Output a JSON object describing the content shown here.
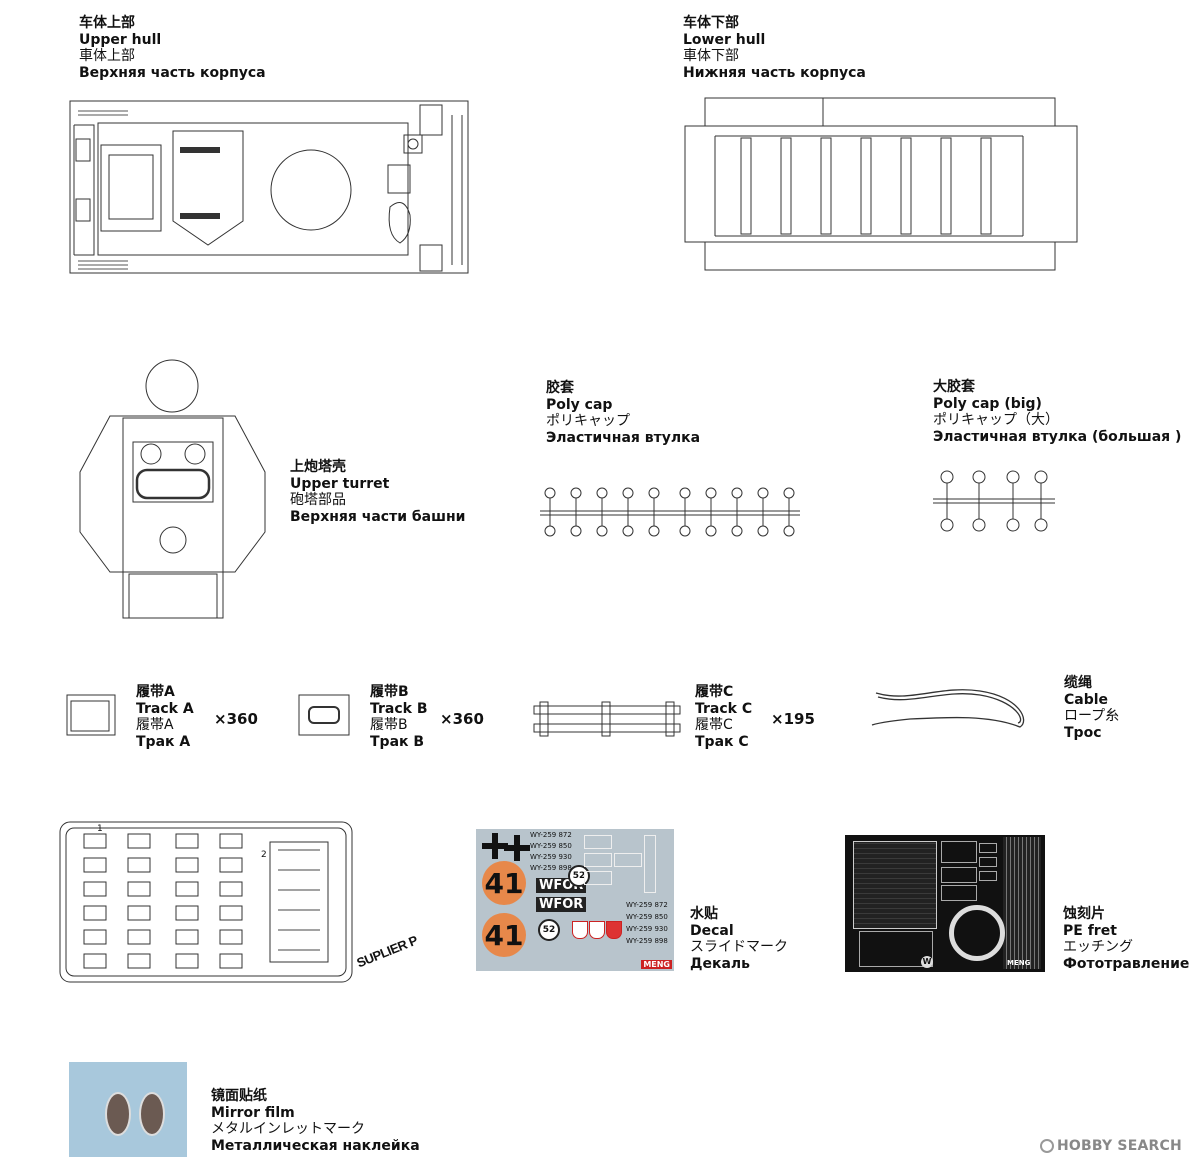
{
  "parts": {
    "upper_hull": {
      "zh": "车体上部",
      "en": "Upper hull",
      "jp": "車体上部",
      "ru": "Верхняя часть корпуса"
    },
    "lower_hull": {
      "zh": "车体下部",
      "en": "Lower hull",
      "jp": "車体下部",
      "ru": "Нижняя часть корпуса"
    },
    "upper_turret": {
      "zh": "上炮塔壳",
      "en": "Upper turret",
      "jp": "砲塔部品",
      "ru": "Верхняя части башни"
    },
    "poly_cap": {
      "zh": "胶套",
      "en": "Poly cap",
      "jp": "ポリキャップ",
      "ru": "Эластичная втулка"
    },
    "poly_cap_big": {
      "zh": "大胶套",
      "en": "Poly cap (big)",
      "jp": "ポリキャップ（大）",
      "ru": "Эластичная втулка (большая )"
    },
    "track_a": {
      "zh": "履带A",
      "en": "Track A",
      "jp": "履帯A",
      "ru": "Трак А",
      "qty": "×360"
    },
    "track_b": {
      "zh": "履带B",
      "en": "Track B",
      "jp": "履帯B",
      "ru": "Трак В",
      "qty": "×360"
    },
    "track_c": {
      "zh": "履带C",
      "en": "Track C",
      "jp": "履帯C",
      "ru": "Трак С",
      "qty": "×195"
    },
    "cable": {
      "zh": "缆绳",
      "en": "Cable",
      "jp": "ロープ糸",
      "ru": "Трос"
    },
    "decal": {
      "zh": "水贴",
      "en": "Decal",
      "jp": "スライドマーク",
      "ru": "Декаль"
    },
    "pe_fret": {
      "zh": "蚀刻片",
      "en": "PE fret",
      "jp": "エッチング",
      "ru": "Фототравление"
    },
    "mirror_film": {
      "zh": "镜面贴纸",
      "en": "Mirror film",
      "jp": "メタルインレットマーク",
      "ru": "Металлическая наклейка"
    }
  },
  "sprue": {
    "gate_label": "1",
    "gate_label_2": "2",
    "stamp": "SUPLIER P"
  },
  "decal_sheet": {
    "big_number": "41",
    "small_number": "52",
    "plate_text": "WFOR",
    "serials": [
      "WY-259 872",
      "WY-259 850",
      "WY-259 930",
      "WY-259 898"
    ],
    "brand": "MENG"
  },
  "pe": {
    "brand": "MENG",
    "mark": "W"
  },
  "watermark": {
    "text": "HOBBY SEARCH"
  },
  "colors": {
    "decal_bg": "#b8c4cc",
    "decal_orange": "#e7884a",
    "mirror_bg": "#a8c8dc",
    "mirror_lens": "#6b5a52"
  }
}
